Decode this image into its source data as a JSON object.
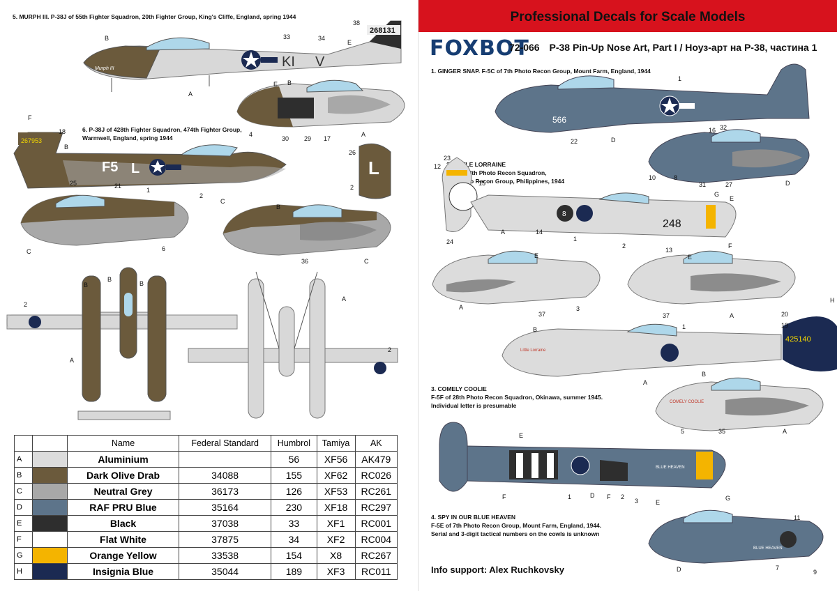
{
  "header": "Professional Decals for Scale Models",
  "brand": "FOXBOT",
  "sheet": {
    "code": "72-066",
    "title": "P-38 Pin-Up Nose Art, Part I / Ноуз-арт на P-38, частина 1"
  },
  "captions": {
    "c5": "5. MURPH III. P-38J of 55th Fighter Squadron, 20th Fighter Group, King's Cliffe, England, spring 1944",
    "c6a": "6. P-38J of 428th Fighter Squadron, 474th Fighter Group,",
    "c6b": "Warmwell, England, spring 1944",
    "c1": "1. GINGER SNAP. F-5C of 7th Photo Recon Group, Mount Farm, England, 1944",
    "c2a": "2. LITTLE LORRAINE",
    "c2b": "F-5B of 8th Photo Recon Squadron,",
    "c2c": "6th Photo Recon Group, Philippines, 1944",
    "c3a": "3. COMELY COOLIE",
    "c3b": "F-5F of 28th Photo Recon Squadron, Okinawa, summer 1945.",
    "c3c": "Individual letter is presumable",
    "c4a": "4. SPY IN OUR BLUE HEAVEN",
    "c4b": "F-5E of 7th Photo Recon Group, Mount Farm, England, 1944.",
    "c4c": "Serial and 3-digit tactical numbers on the cowls is unknown"
  },
  "credit": "Info support: Alex Ruchkovsky",
  "markings": {
    "serial_5": "268131",
    "code_5a": "KI",
    "code_5b": "V",
    "code_6a": "F5",
    "code_6b": "L",
    "serial_6": "267953",
    "fin_6": "L",
    "nose_1": "566",
    "nose_2": "248",
    "badge_2": "8",
    "serial_2": "425140",
    "name_5": "Murph III",
    "name_3": "COMELY COOLIE",
    "name_4": "BLUE HEAVEN",
    "name_2": "Little Lorraine"
  },
  "callouts": {
    "a": "A",
    "b": "B",
    "c": "C",
    "d": "D",
    "e": "E",
    "f": "F",
    "g": "G",
    "h": "H",
    "n1": "1",
    "n2": "2",
    "n3": "3",
    "n4": "4",
    "n5": "5",
    "n6": "6",
    "n7": "7",
    "n8": "8",
    "n9": "9",
    "n10": "10",
    "n11": "11",
    "n12": "12",
    "n13": "13",
    "n14": "14",
    "n15": "15",
    "n16": "16",
    "n17": "17",
    "n18": "18",
    "n19": "19",
    "n20": "20",
    "n21": "21",
    "n22": "22",
    "n23": "23",
    "n24": "24",
    "n25": "25",
    "n26": "26",
    "n27": "27",
    "n29": "29",
    "n30": "30",
    "n31": "31",
    "n32": "32",
    "n33": "33",
    "n34": "34",
    "n35": "35",
    "n36": "36",
    "n37": "37",
    "n38": "38"
  },
  "colors": {
    "aluminium": "#dcdcdc",
    "olive_drab": "#6b5a3c",
    "neutral_grey": "#a8a8a8",
    "pru_blue": "#5d748a",
    "black": "#2e2e2e",
    "flat_white": "#ffffff",
    "orange_yellow": "#f4b400",
    "insignia_blue": "#1b2a52",
    "header_red": "#d7121d",
    "brand_blue": "#163d72",
    "canopy": "#aed7ea"
  },
  "table": {
    "headers": [
      "Name",
      "Federal Standard",
      "Humbrol",
      "Tamiya",
      "AK"
    ],
    "rows": [
      {
        "letter": "A",
        "name": "Aluminium",
        "fs": "",
        "humbrol": "56",
        "tamiya": "XF56",
        "ak": "AK479",
        "color": "#dcdcdc"
      },
      {
        "letter": "B",
        "name": "Dark Olive Drab",
        "fs": "34088",
        "humbrol": "155",
        "tamiya": "XF62",
        "ak": "RC026",
        "color": "#6b5a3c"
      },
      {
        "letter": "C",
        "name": "Neutral Grey",
        "fs": "36173",
        "humbrol": "126",
        "tamiya": "XF53",
        "ak": "RC261",
        "color": "#a8a8a8"
      },
      {
        "letter": "D",
        "name": "RAF PRU Blue",
        "fs": "35164",
        "humbrol": "230",
        "tamiya": "XF18",
        "ak": "RC297",
        "color": "#5d748a"
      },
      {
        "letter": "E",
        "name": "Black",
        "fs": "37038",
        "humbrol": "33",
        "tamiya": "XF1",
        "ak": "RC001",
        "color": "#2e2e2e"
      },
      {
        "letter": "F",
        "name": "Flat White",
        "fs": "37875",
        "humbrol": "34",
        "tamiya": "XF2",
        "ak": "RC004",
        "color": "#ffffff"
      },
      {
        "letter": "G",
        "name": "Orange Yellow",
        "fs": "33538",
        "humbrol": "154",
        "tamiya": "X8",
        "ak": "RC267",
        "color": "#f4b400"
      },
      {
        "letter": "H",
        "name": "Insignia Blue",
        "fs": "35044",
        "humbrol": "189",
        "tamiya": "XF3",
        "ak": "RC011",
        "color": "#1b2a52"
      }
    ]
  }
}
